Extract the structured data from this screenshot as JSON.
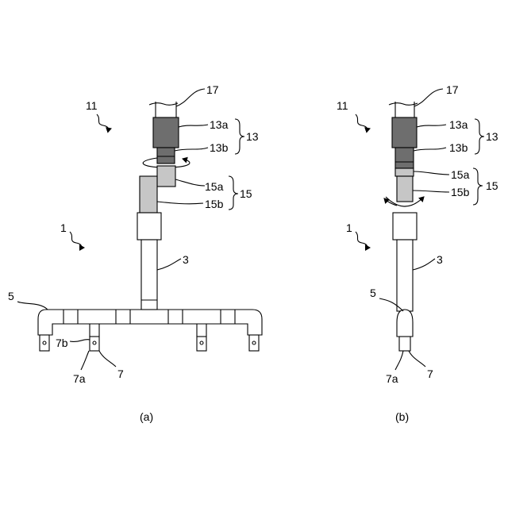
{
  "colors": {
    "dark_gray": "#6e6e6e",
    "medium_gray": "#9a9a9a",
    "light_gray": "#c6c6c6",
    "line": "#000000",
    "background": "#ffffff"
  },
  "panel_a": {
    "caption": "(a)",
    "labels": {
      "n17": "17",
      "n11": "11",
      "n13a": "13a",
      "n13b": "13b",
      "n13": "13",
      "n15a": "15a",
      "n15b": "15b",
      "n15": "15",
      "n1": "1",
      "n3": "3",
      "n5": "5",
      "n7b": "7b",
      "n7a": "7a",
      "n7": "7"
    }
  },
  "panel_b": {
    "caption": "(b)",
    "labels": {
      "n17": "17",
      "n11": "11",
      "n13a": "13a",
      "n13b": "13b",
      "n13": "13",
      "n15a": "15a",
      "n15b": "15b",
      "n15": "15",
      "n1": "1",
      "n3": "3",
      "n5": "5",
      "n7a": "7a",
      "n7": "7"
    }
  }
}
